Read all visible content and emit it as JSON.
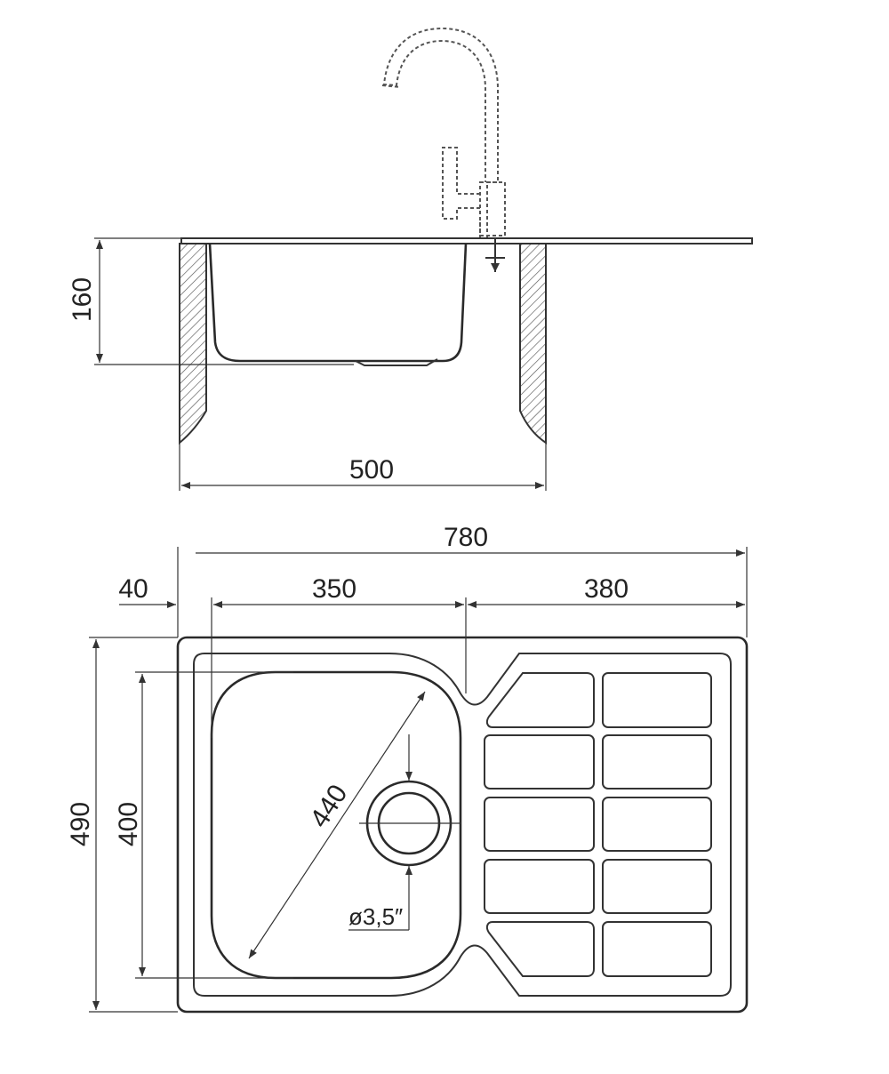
{
  "colors": {
    "line": "#333333",
    "background": "#ffffff"
  },
  "section_view": {
    "depth": "160",
    "width": "500"
  },
  "plan_view": {
    "overall_width": "780",
    "left_margin": "40",
    "bowl_width": "350",
    "drainer_width": "380",
    "overall_depth": "490",
    "bowl_depth": "400",
    "bowl_diagonal": "440",
    "drain_diameter": "ø3,5″"
  }
}
